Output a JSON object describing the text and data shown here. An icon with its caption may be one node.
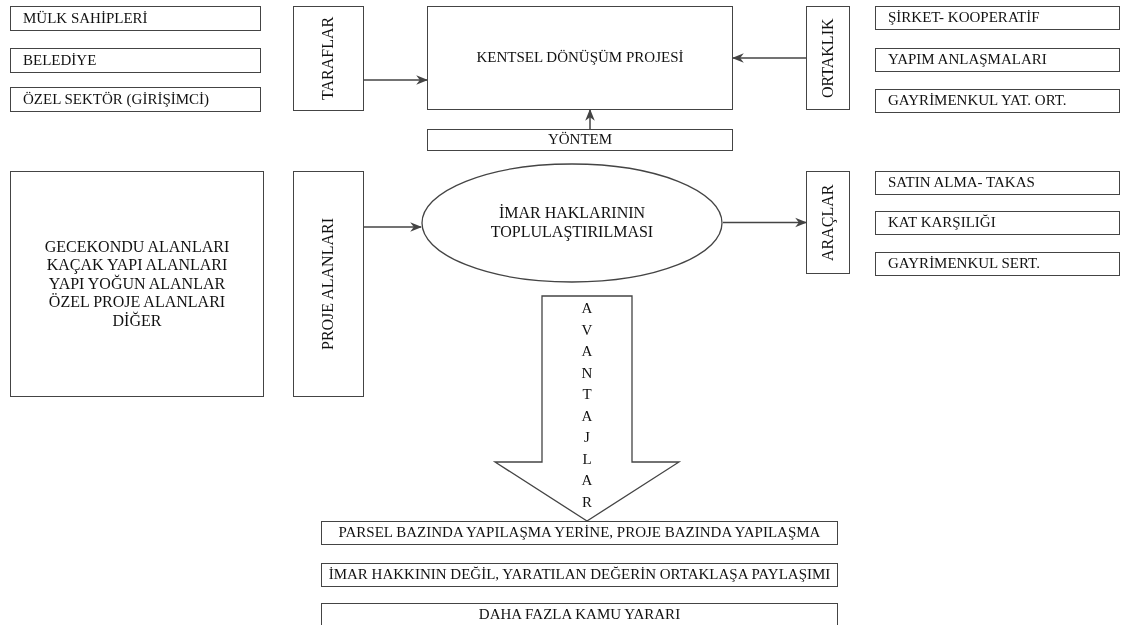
{
  "diagram": {
    "nodes": [
      {
        "text": [
          "MÜLK SAHİPLERİ"
        ]
      },
      {
        "text": [
          "BELEDİYE"
        ]
      },
      {
        "text": [
          "ÖZEL SEKTÖR (GİRİŞİMCİ)"
        ]
      },
      {
        "text": [
          "TARAFLAR"
        ]
      },
      {
        "text": [
          "KENTSEL DÖNÜŞÜM PROJESİ"
        ]
      },
      {
        "text": [
          "ORTAKLIK"
        ]
      },
      {
        "text": [
          "ŞİRKET- KOOPERATİF"
        ]
      },
      {
        "text": [
          "YAPIM ANLAŞMALARI"
        ]
      },
      {
        "text": [
          "GAYRİMENKUL YAT. ORT."
        ]
      },
      {
        "text": [
          "YÖNTEM"
        ]
      },
      {
        "text": [
          "GECEKONDU ALANLARI",
          "KAÇAK YAPI ALANLARI",
          "YAPI YOĞUN ALANLAR",
          "ÖZEL PROJE ALANLARI",
          "DİĞER"
        ]
      },
      {
        "text": [
          "PROJE ALANLARI"
        ]
      },
      {
        "text": [
          "İMAR HAKLARININ TOPLULAŞTIRILMASI"
        ]
      },
      {
        "text": [
          "ARAÇLAR"
        ]
      },
      {
        "text": [
          "SATIN ALMA- TAKAS"
        ]
      },
      {
        "text": [
          "KAT KARŞILIĞI"
        ]
      },
      {
        "text": [
          "GAYRİMENKUL SERT."
        ]
      },
      {
        "text": [
          "PARSEL BAZINDA YAPILAŞMA YERİNE, PROJE BAZINDA YAPILAŞMA"
        ]
      },
      {
        "text": [
          "İMAR HAKKININ DEĞİL, YARATILAN DEĞERİN ORTAKLAŞA PAYLAŞIMI"
        ]
      },
      {
        "text": [
          "DAHA FAZLA KAMU YARARI"
        ]
      }
    ],
    "edges": [
      {
        "from": 3,
        "to": 4,
        "arrow": "to"
      },
      {
        "from": 5,
        "to": 4,
        "arrow": "to"
      },
      {
        "from": 9,
        "to": 4,
        "arrow": "to"
      },
      {
        "from": 11,
        "to": 12,
        "arrow": "to"
      },
      {
        "from": 12,
        "to": 13,
        "arrow": "to"
      },
      {
        "from": 12,
        "to": 17,
        "arrow": "to",
        "label": "AVANTAJLAR",
        "style": "thick"
      }
    ]
  }
}
